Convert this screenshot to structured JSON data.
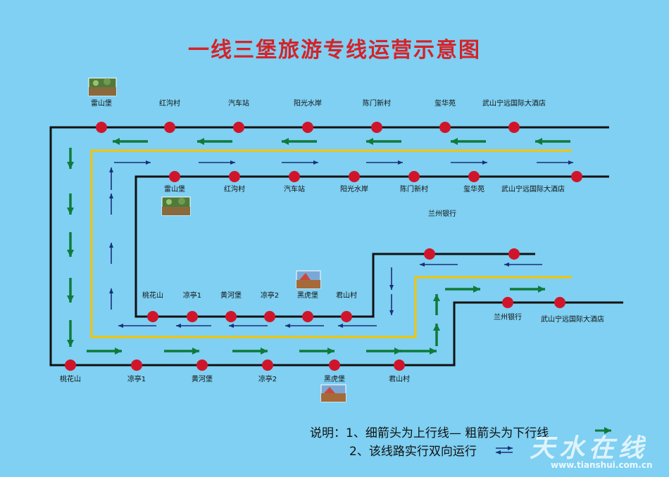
{
  "title": "一线三堡旅游专线运营示意图",
  "top_line_stops": [
    "雷山堡",
    "红沟村",
    "汽车站",
    "阳光水岸",
    "陈门新村",
    "玺华苑",
    "武山宁远国际大酒店"
  ],
  "upper_inner_stops": [
    "雷山堡",
    "红沟村",
    "汽车站",
    "阳光水岸",
    "陈门新村",
    "玺华苑",
    "武山宁远国际大酒店"
  ],
  "floating_label": "兰州银行",
  "lower_inner_stops": [
    "桃花山",
    "凉亭1",
    "黄河堡",
    "凉亭2",
    "黑虎堡",
    "君山村"
  ],
  "right_stops": [
    "兰州银行",
    "武山宁远国际大酒店"
  ],
  "bottom_line_stops": [
    "桃花山",
    "凉亭1",
    "黄河堡",
    "凉亭2",
    "黑虎堡",
    "君山村"
  ],
  "legend": {
    "line1": "说明：1、细箭头为上行线—   粗箭头为下行线",
    "line2": "2、该线路实行双向运行"
  },
  "watermark": {
    "text": "天水在线",
    "url": "www.tianshui.com.cn"
  },
  "colors": {
    "background": "#7fd0f2",
    "route_line": "#111111",
    "yellow_line": "#f5c400",
    "stop_marker": "#d0152a",
    "thin_arrow": "#1a2f7a",
    "thick_arrow": "#0f7a3a",
    "title": "#d4232a"
  }
}
